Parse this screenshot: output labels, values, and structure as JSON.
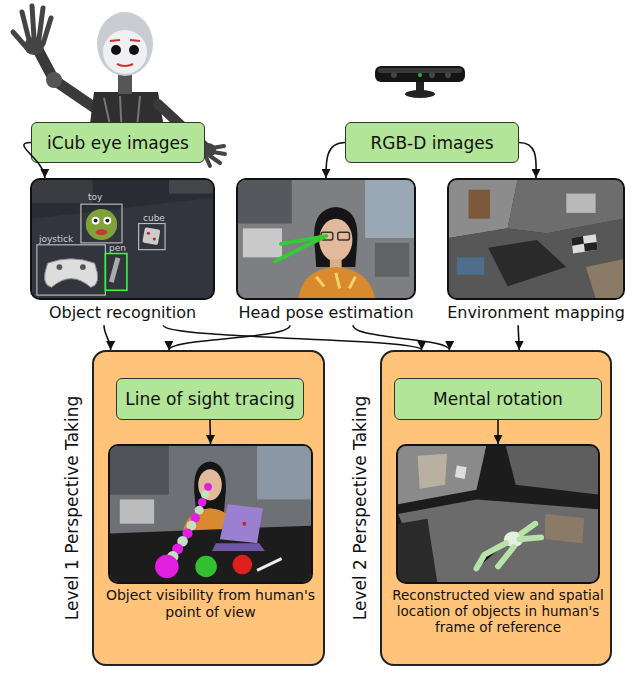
{
  "diagram": {
    "nodes": [
      {
        "text": [
          "iCub eye images"
        ]
      },
      {
        "text": [
          "RGB-D images"
        ]
      },
      {
        "text": [
          "Object recognition"
        ]
      },
      {
        "text": [
          "Head pose estimation"
        ]
      },
      {
        "text": [
          "Environment mapping"
        ]
      },
      {
        "text": [
          "Level 1 Perspective Taking"
        ]
      },
      {
        "text": [
          "Line of sight tracing"
        ],
        "in": 5
      },
      {
        "text": [
          "Object visibility from human's point of view"
        ],
        "in": 5
      },
      {
        "text": [
          "Level 2 Perspective Taking"
        ]
      },
      {
        "text": [
          "Mental rotation"
        ],
        "in": 8
      },
      {
        "text": [
          "Reconstructed view and spatial location of objects in human's frame of reference"
        ],
        "in": 8
      }
    ],
    "edges": [
      {
        "from": 0,
        "to": 2,
        "arrow": "to"
      },
      {
        "from": 1,
        "to": 3,
        "arrow": "to"
      },
      {
        "from": 1,
        "to": 4,
        "arrow": "to"
      },
      {
        "from": 2,
        "to": 5,
        "arrow": "to"
      },
      {
        "from": 3,
        "to": 5,
        "arrow": "to"
      },
      {
        "from": 2,
        "to": 8,
        "arrow": "to"
      },
      {
        "from": 3,
        "to": 8,
        "arrow": "to"
      },
      {
        "from": 4,
        "to": 8,
        "arrow": "to"
      },
      {
        "from": 6,
        "to": 7,
        "arrow": "to"
      },
      {
        "from": 9,
        "to": 10,
        "arrow": "to"
      }
    ],
    "labels": [
      "toy",
      "joystick",
      "pen",
      "cube"
    ]
  }
}
